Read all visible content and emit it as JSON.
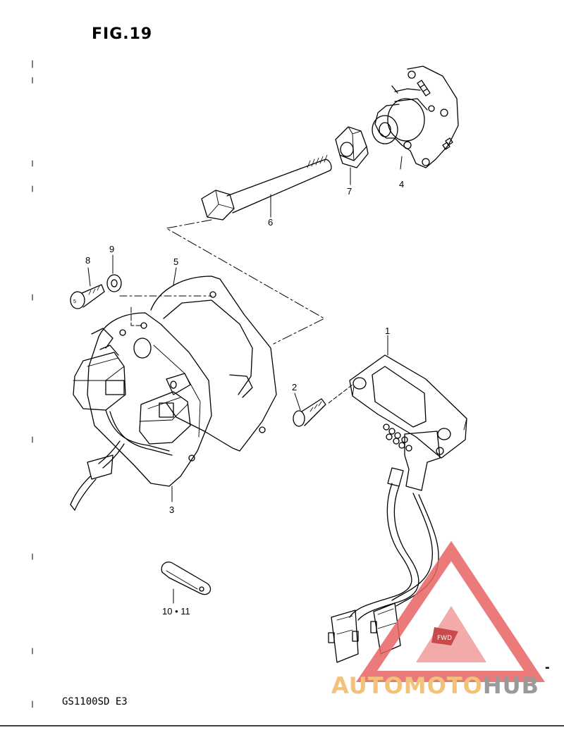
{
  "figure": {
    "title": "FIG.19",
    "model_code": "GS1100SD E3"
  },
  "callouts": {
    "c1": "1",
    "c2": "2",
    "c3": "3",
    "c4": "4",
    "c5": "5",
    "c6": "6",
    "c7": "7",
    "c8": "8",
    "c9": "9",
    "c10_11": "10 • 11"
  },
  "watermark": {
    "part1": "AUTOMOTO",
    "part2": "HUB",
    "badge": "FWD",
    "colors": {
      "triangle": "#e86464",
      "text": "#f3c27a",
      "text2": "#9a9a9a"
    }
  },
  "screw_head_mark": "5",
  "corner_mark": "-"
}
